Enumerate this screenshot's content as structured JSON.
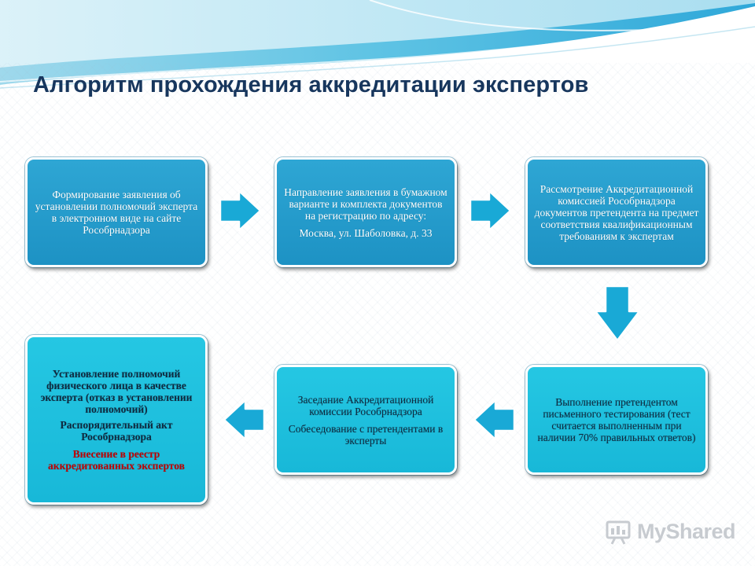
{
  "title": "Алгоритм прохождения аккредитации экспертов",
  "steps": [
    {
      "lines": [
        "Формирование заявления об установлении полномочий эксперта в электронном виде на сайте Рособрнадзора"
      ]
    },
    {
      "lines": [
        "Направление заявления в бумажном варианте и комплекта документов на регистрацию по адресу:",
        "Москва, ул. Шаболовка, д. 33"
      ]
    },
    {
      "lines": [
        "Рассмотрение Аккредитационной комиссией Рособрнадзора документов претендента на предмет соответствия квалификационным требованиям к экспертам"
      ]
    },
    {
      "lines": [
        "Выполнение претендентом письменного тестирования (тест считается выполненным при наличии 70% правильных ответов)"
      ]
    },
    {
      "lines": [
        "Заседание Аккредитационной комиссии Рособрнадзора",
        "Собеседование с претендентами в эксперты"
      ]
    },
    {
      "lines": [
        "Установление полномочий физического лица в качестве эксперта (отказ в установлении полномочий)",
        "Распорядительный акт Рособрнадзора",
        "Внесение в реестр аккредитованных экспертов"
      ]
    }
  ],
  "arrows": [
    "right",
    "right",
    "down",
    "left",
    "left"
  ],
  "watermark": "MyShared",
  "colors": {
    "box_blue": "#1e94c6",
    "box_cyan": "#1cbdda",
    "arrow": "#19a9d6",
    "title": "#17365d",
    "red": "#c00000"
  }
}
